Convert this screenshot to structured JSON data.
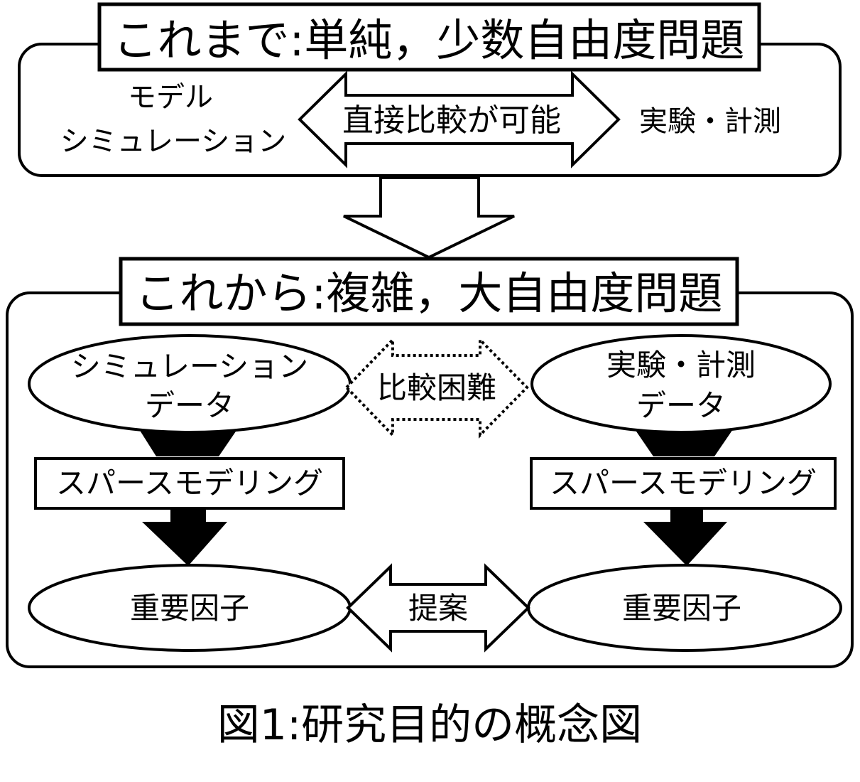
{
  "top_section": {
    "title": "これまで:単純，少数自由度問題",
    "left_label_line1": "モデル",
    "left_label_line2": "シミュレーション",
    "arrow_label": "直接比較が可能",
    "right_label": "実験・計測"
  },
  "bottom_section": {
    "title": "これから:複雑，大自由度問題",
    "left_column": {
      "data_line1": "シミュレーション",
      "data_line2": "データ",
      "process": "スパースモデリング",
      "result": "重要因子"
    },
    "right_column": {
      "data_line1": "実験・計測",
      "data_line2": "データ",
      "process": "スパースモデリング",
      "result": "重要因子"
    },
    "compare_label": "比較困難",
    "propose_label": "提案"
  },
  "caption": "図1:研究目的の概念図"
}
